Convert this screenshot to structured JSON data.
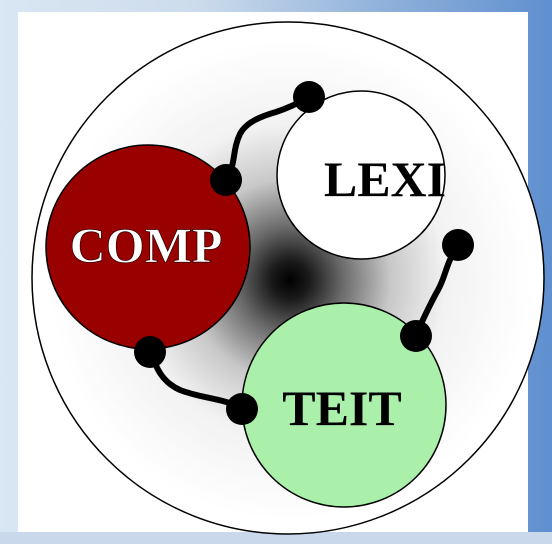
{
  "logo": {
    "labels": {
      "comp": "COMP",
      "lexi": "LEXI",
      "teit": "TEIT"
    },
    "colors": {
      "comp_fill": "#990000",
      "lexi_fill": "#ffffff",
      "teit_fill": "#aaf0aa",
      "connector": "#000000",
      "outer_circle": "#ffffff",
      "center_shadow": "#000000"
    }
  }
}
